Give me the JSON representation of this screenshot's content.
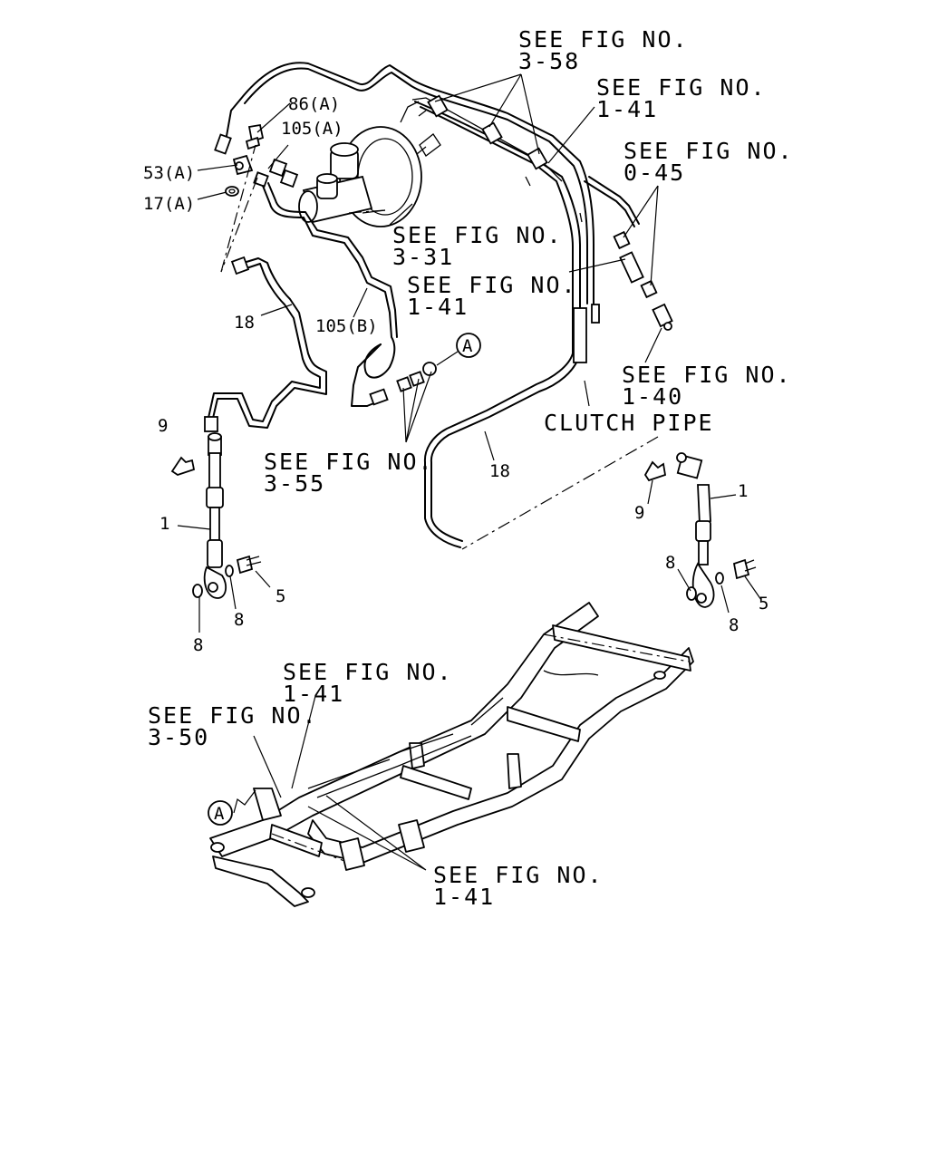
{
  "refs": {
    "r1": [
      "SEE FIG NO.",
      "3-58"
    ],
    "r2": [
      "SEE FIG NO.",
      "1-41"
    ],
    "r3": [
      "SEE FIG NO.",
      "0-45"
    ],
    "r4": [
      "SEE FIG NO.",
      "3-31"
    ],
    "r5": [
      "SEE FIG NO.",
      "1-41"
    ],
    "r6": [
      "SEE FIG NO.",
      "1-40"
    ],
    "r7": [
      "SEE FIG NO.",
      "3-55"
    ],
    "r8": [
      "SEE FIG NO.",
      "1-41"
    ],
    "r9": [
      "SEE FIG NO.",
      "3-50"
    ],
    "r10": [
      "SEE FIG NO.",
      "1-41"
    ]
  },
  "labels": {
    "clutch_pipe": "CLUTCH PIPE",
    "p86a": "86(A)",
    "p105a": "105(A)",
    "p53a": "53(A)",
    "p17a": "17(A)",
    "p18_left": "18",
    "p105b": "105(B)",
    "p18_right": "18",
    "p9_left": "9",
    "p1_left": "1",
    "p5_left": "5",
    "p8_left_a": "8",
    "p8_left_b": "8",
    "p9_right": "9",
    "p1_right": "1",
    "p8_right_a": "8",
    "p8_right_b": "8",
    "p5_right": "5",
    "callout_a_top": "A",
    "callout_a_bottom": "A"
  }
}
